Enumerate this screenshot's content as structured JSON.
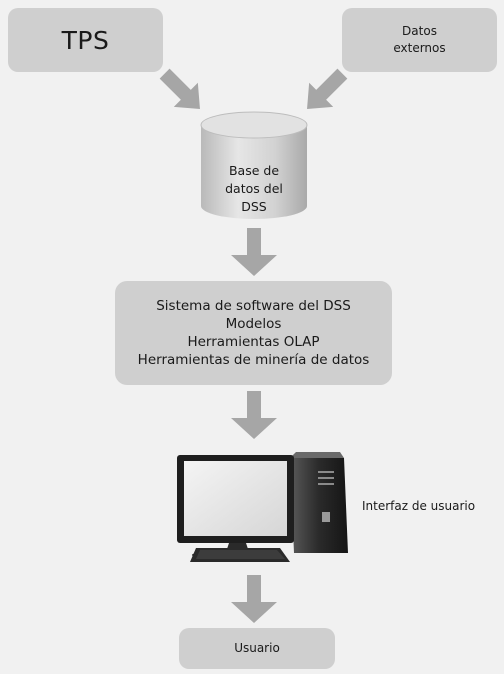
{
  "nodes": {
    "tps": {
      "label": "TPS"
    },
    "external": {
      "lines": [
        "Datos",
        "externos"
      ]
    },
    "database": {
      "lines": [
        "Base de",
        "datos del",
        "DSS"
      ]
    },
    "software": {
      "lines": [
        "Sistema de software del DSS",
        "Modelos",
        "Herramientas OLAP",
        "Herramientas de minería de datos"
      ]
    },
    "interface": {
      "label": "Interfaz de usuario"
    },
    "user": {
      "label": "Usuario"
    }
  },
  "colors": {
    "background": "#f1f1f1",
    "box": "#cfcfcf",
    "arrow": "#a6a6a6",
    "text": "#1a1a1a"
  },
  "icons": [
    "database-cylinder-icon",
    "desktop-computer-icon",
    "arrow-icon"
  ]
}
